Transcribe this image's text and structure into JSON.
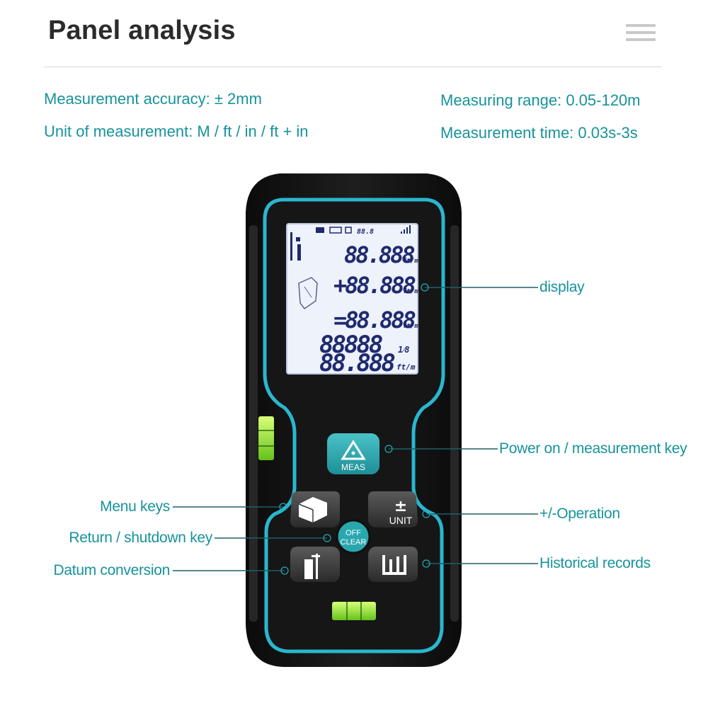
{
  "header": {
    "title": "Panel analysis",
    "menu_icon": "hamburger-menu-icon"
  },
  "specs": {
    "accuracy": "Measurement accuracy: ± 2mm",
    "unit": "Unit of measurement: M / ft / in / ft + in",
    "range": "Measuring range: 0.05-120m",
    "time": "Measurement time: 0.03s-3s"
  },
  "labels": {
    "display": "display",
    "power": "Power on / measurement key",
    "plus_minus": "+/-Operation",
    "history": "Historical records",
    "menu": "Menu keys",
    "return": "Return / shutdown key",
    "datum": "Datum conversion"
  },
  "device": {
    "meas_key": "MEAS",
    "unit_key_symbol": "±",
    "unit_key": "UNIT",
    "off_key_line1": "OFF",
    "off_key_line2": "CLEAR",
    "lcd": {
      "top_value": "88.8",
      "line1": "88.888",
      "line2": "+88.888",
      "line3": "=88.888",
      "line4_top": "88888",
      "line4_bottom": "88.888",
      "unit_small": "ft/m",
      "fraction": "1⁄8"
    }
  },
  "colors": {
    "accent": "#17939b",
    "device_body": "#141414",
    "device_trim": "#29b7cf",
    "lcd_background": "#eef2fb",
    "key_teal": "#2aa6ad"
  }
}
